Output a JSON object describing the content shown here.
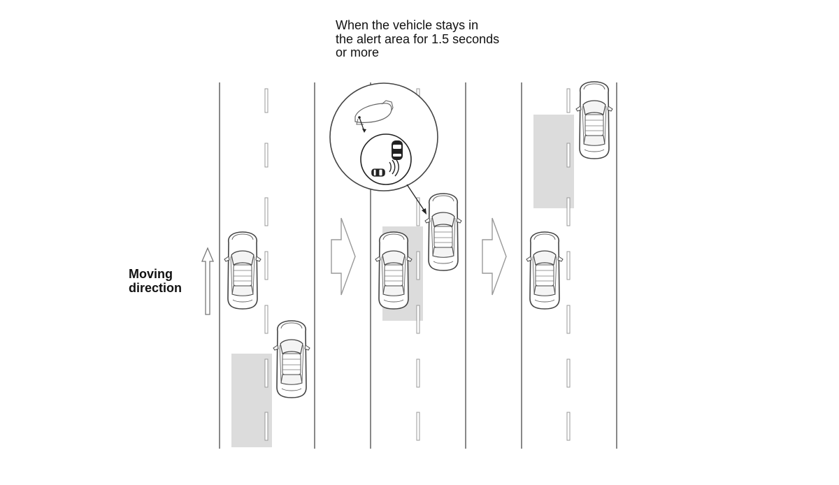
{
  "caption": {
    "lines": [
      "When the vehicle stays in",
      "the alert area for 1.5 seconds",
      "or more"
    ]
  },
  "direction_label": {
    "lines": [
      "Moving",
      "direction"
    ]
  },
  "colors": {
    "road_line": "#888888",
    "alert_area": "#dcdcdc",
    "car_outline": "#444444",
    "arrow_outline": "#999999"
  },
  "panels": [
    {
      "name": "panel-1-approaching"
    },
    {
      "name": "panel-2-alert"
    },
    {
      "name": "panel-3-passed"
    }
  ]
}
